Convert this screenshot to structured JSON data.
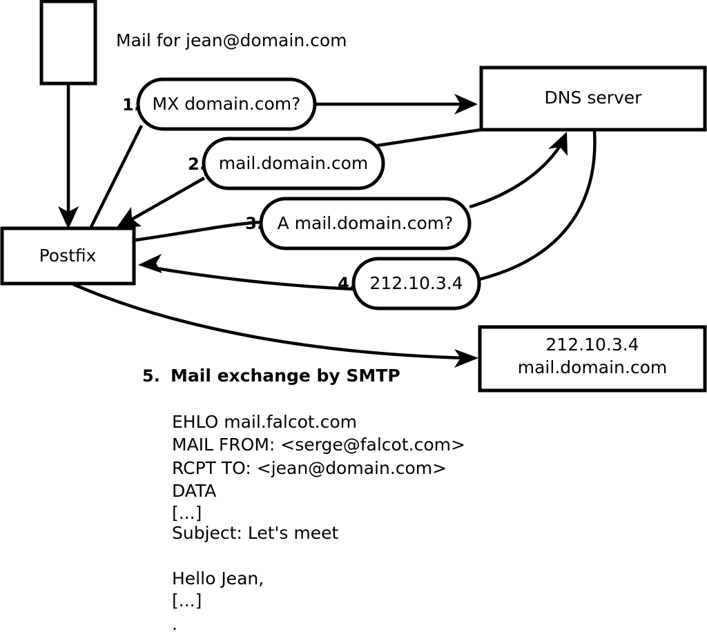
{
  "diagram": {
    "title_note": "Mail for jean@domain.com",
    "nodes": {
      "sender": {
        "label": ""
      },
      "postfix": {
        "label": "Postfix"
      },
      "dns": {
        "label": "DNS server"
      },
      "target": {
        "line1": "212.10.3.4",
        "line2": "mail.domain.com"
      }
    },
    "steps": [
      {
        "num": "1.",
        "label": "MX domain.com?"
      },
      {
        "num": "2.",
        "label": "mail.domain.com"
      },
      {
        "num": "3.",
        "label": "A mail.domain.com?"
      },
      {
        "num": "4.",
        "label": "212.10.3.4"
      }
    ],
    "step5": {
      "num": "5.",
      "label": "Mail exchange by SMTP"
    },
    "smtp_transcript": [
      "EHLO mail.falcot.com",
      "MAIL FROM: <serge@falcot.com>",
      "RCPT TO: <jean@domain.com>",
      "DATA",
      "[...]",
      "Subject: Let's meet",
      "",
      "Hello Jean,",
      "[...]",
      "."
    ],
    "colors": {
      "stroke": "#000000",
      "fill": "#ffffff",
      "text": "#000000"
    }
  }
}
